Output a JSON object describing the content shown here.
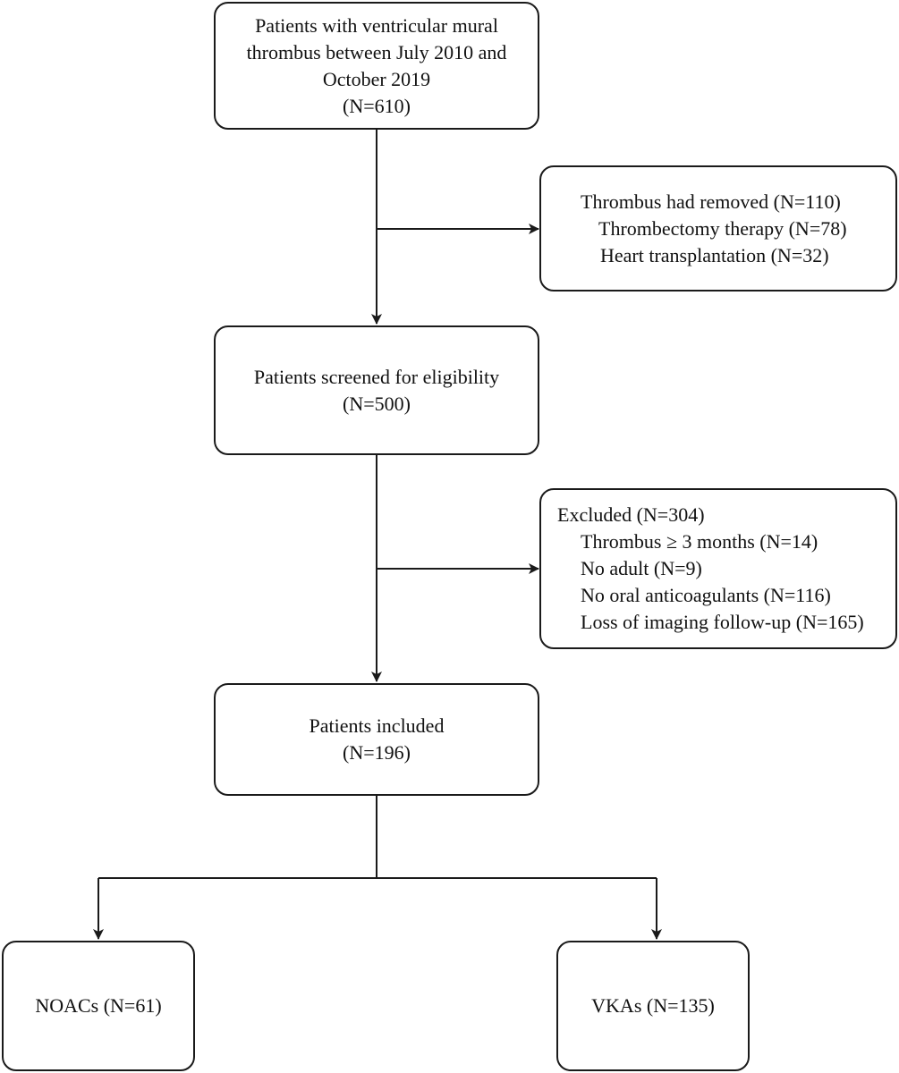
{
  "boxes": {
    "start": {
      "lines": [
        "Patients with ventricular mural",
        "thrombus between July 2010 and",
        "October 2019",
        "(N=610)"
      ]
    },
    "removed": {
      "lines": [
        "Thrombus had removed (N=110)",
        "Thrombectomy therapy (N=78)",
        "Heart transplantation (N=32)"
      ]
    },
    "screened": {
      "lines": [
        "Patients screened for eligibility",
        "(N=500)"
      ]
    },
    "excluded": {
      "lines": [
        "Excluded (N=304)",
        "Thrombus ≥ 3 months (N=14)",
        "No adult (N=9)",
        "No oral anticoagulants (N=116)",
        "Loss of imaging follow-up (N=165)"
      ]
    },
    "included": {
      "lines": [
        "Patients included",
        "(N=196)"
      ]
    },
    "noacs": {
      "lines": [
        "NOACs (N=61)"
      ]
    },
    "vkas": {
      "lines": [
        "VKAs (N=135)"
      ]
    }
  }
}
